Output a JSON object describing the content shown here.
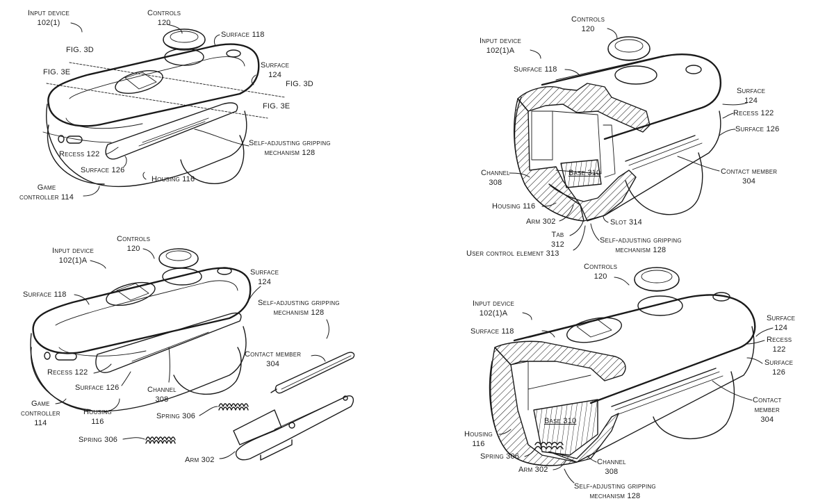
{
  "page": {
    "title": "Patent drawing: self-adjusting gripping mechanism for game controller input device"
  },
  "figures": [
    {
      "id": "fig-3a",
      "view": "assembled perspective with section lines",
      "labels": {
        "input_device": [
          "Input device",
          "102(1)"
        ],
        "controls": [
          "Controls",
          "120"
        ],
        "surface_118": "Surface 118",
        "fig_3d_left": "FIG. 3D",
        "fig_3e_left": "FIG. 3E",
        "surface_124": [
          "Surface",
          "124"
        ],
        "fig_3d_right": "FIG. 3D",
        "fig_3e_right": "FIG. 3E",
        "self_adjusting": [
          "Self-adjusting gripping",
          "mechanism 128"
        ],
        "recess_122": "Recess 122",
        "surface_126": "Surface 126",
        "housing_116": "Housing 116",
        "game_controller": [
          "Game",
          "controller 114"
        ]
      }
    },
    {
      "id": "fig-3b",
      "view": "exploded perspective",
      "labels": {
        "input_device": [
          "Input device",
          "102(1)A"
        ],
        "controls": [
          "Controls",
          "120"
        ],
        "surface_118": "Surface 118",
        "surface_124": [
          "Surface",
          "124"
        ],
        "self_adjusting": [
          "Self-adjusting gripping",
          "mechanism 128"
        ],
        "contact_member": [
          "Contact member",
          "304"
        ],
        "recess_122": "Recess 122",
        "surface_126": "Surface 126",
        "channel_308": [
          "Channel",
          "308"
        ],
        "game_controller": [
          "Game",
          "controller",
          "114"
        ],
        "housing_116": [
          "Housing",
          "116"
        ],
        "spring_306_a": "Spring 306",
        "spring_306_b": "Spring 306",
        "arm_302": "Arm 302"
      }
    },
    {
      "id": "fig-3d",
      "view": "sectional view along FIG. 3D",
      "labels": {
        "input_device": [
          "Input device",
          "102(1)A"
        ],
        "controls": [
          "Controls",
          "120"
        ],
        "surface_118": "Surface 118",
        "surface_124": [
          "Surface",
          "124"
        ],
        "recess_122": "Recess 122",
        "surface_126": "Surface 126",
        "channel_308": [
          "Channel",
          "308"
        ],
        "base_310": "Base 310",
        "contact_member": [
          "Contact member",
          "304"
        ],
        "housing_116": "Housing 116",
        "arm_302": "Arm 302",
        "slot_314": "Slot 314",
        "tab_312": [
          "Tab",
          "312"
        ],
        "self_adjusting": [
          "Self-adjusting gripping",
          "mechanism 128"
        ],
        "user_control_element": "User control element 313"
      }
    },
    {
      "id": "fig-3e",
      "view": "sectional view along FIG. 3E",
      "labels": {
        "controls": [
          "Controls",
          "120"
        ],
        "input_device": [
          "Input device",
          "102(1)A"
        ],
        "surface_118": "Surface 118",
        "surface_124": [
          "Surface",
          "124"
        ],
        "recess_122": [
          "Recess",
          "122"
        ],
        "surface_126": [
          "Surface",
          "126"
        ],
        "base_310": "Base 310",
        "contact_member": [
          "Contact",
          "member",
          "304"
        ],
        "housing_116": [
          "Housing",
          "116"
        ],
        "spring_306": "Spring 306",
        "channel_308": [
          "Channel",
          "308"
        ],
        "arm_302": "Arm 302",
        "self_adjusting": [
          "Self-adjusting gripping",
          "mechanism 128"
        ]
      }
    }
  ]
}
